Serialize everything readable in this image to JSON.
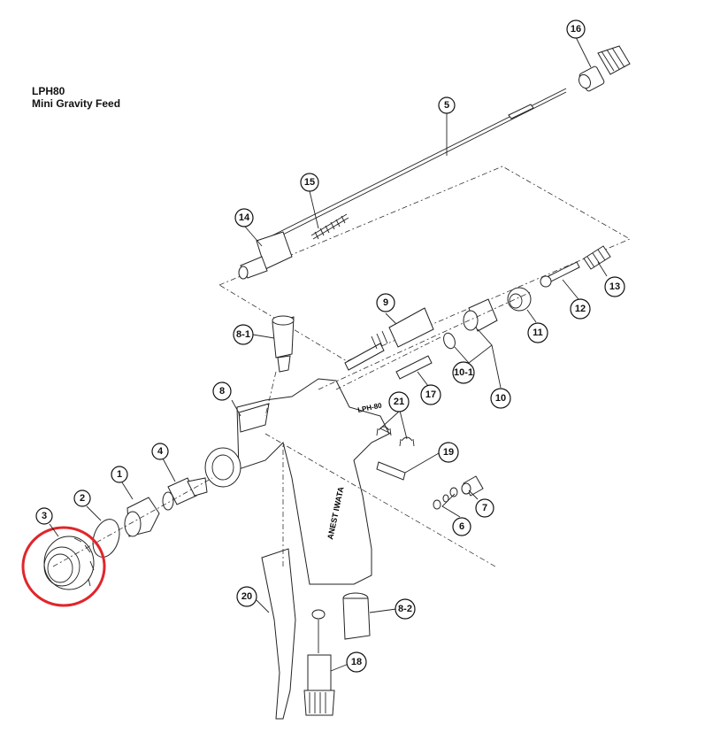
{
  "header": {
    "model": "LPH80",
    "subtitle": "Mini Gravity Feed"
  },
  "gun_body_markings": {
    "model_text": "LPH-80",
    "brand_text": "ANEST IWATA"
  },
  "highlight": {
    "target_part": "3",
    "color": "#e0262b"
  },
  "callouts": [
    {
      "label": "1"
    },
    {
      "label": "2"
    },
    {
      "label": "3"
    },
    {
      "label": "4"
    },
    {
      "label": "5"
    },
    {
      "label": "6"
    },
    {
      "label": "7"
    },
    {
      "label": "8"
    },
    {
      "label": "8-1"
    },
    {
      "label": "8-2"
    },
    {
      "label": "9"
    },
    {
      "label": "10"
    },
    {
      "label": "10-1"
    },
    {
      "label": "11"
    },
    {
      "label": "12"
    },
    {
      "label": "13"
    },
    {
      "label": "14"
    },
    {
      "label": "15"
    },
    {
      "label": "16"
    },
    {
      "label": "17"
    },
    {
      "label": "18"
    },
    {
      "label": "19"
    },
    {
      "label": "20"
    },
    {
      "label": "21"
    }
  ]
}
